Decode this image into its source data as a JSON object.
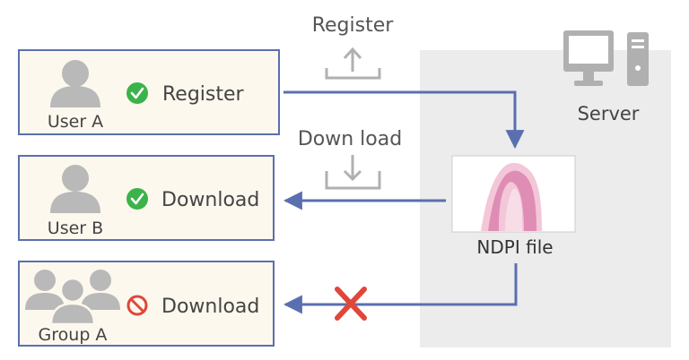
{
  "server": {
    "label": "Server"
  },
  "file": {
    "label": "NDPI file"
  },
  "actions": {
    "register": "Register",
    "download": "Down load"
  },
  "users": [
    {
      "name": "User A",
      "status": "allowed",
      "action": "Register"
    },
    {
      "name": "User B",
      "status": "allowed",
      "action": "Download"
    },
    {
      "name": "Group A",
      "status": "denied",
      "action": "Download"
    }
  ],
  "colors": {
    "box_fill": "#fdf8ee",
    "box_stroke": "#5a6fb0",
    "arrow": "#5a6fb0",
    "server_panel": "#ececec",
    "allowed": "#3bb34a",
    "denied": "#e0463a",
    "person": "#b9b9b9",
    "icon_gray": "#b0b0b0"
  },
  "icons": [
    "person-icon",
    "group-icon",
    "check-icon",
    "prohibited-icon",
    "upload-icon",
    "download-icon",
    "computer-icon",
    "x-mark-icon"
  ]
}
